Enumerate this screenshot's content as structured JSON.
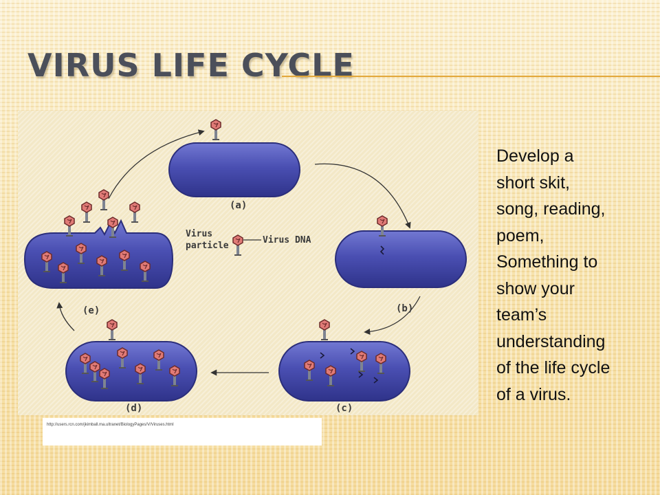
{
  "slide": {
    "title": "VIRUS LIFE CYCLE",
    "text_lines": [
      "Develop a",
      "short skit,",
      "song, reading,",
      "poem,",
      "Something to",
      "show  your",
      "team’s",
      "understanding",
      "of the life cycle",
      "of a virus."
    ],
    "source_url": "http://users.rcn.com/jkimball.ma.ultranet/BiologyPages/V/Viruses.html"
  },
  "diagram": {
    "stage_labels": {
      "a": "(a)",
      "b": "(b)",
      "c": "(c)",
      "d": "(d)",
      "e": "(e)"
    },
    "legend": {
      "particle_line1": "Virus",
      "particle_line2": "particle",
      "dna": "Virus DNA"
    }
  },
  "colors": {
    "cell": "#4a4fb2",
    "cell_edge": "#2b2e7a",
    "virus_head": "#e07a76",
    "virus_dark": "#6b2a2a",
    "tail": "#7e8491",
    "title": "#4b4f5a",
    "accent_rule": "#e2a73a"
  }
}
